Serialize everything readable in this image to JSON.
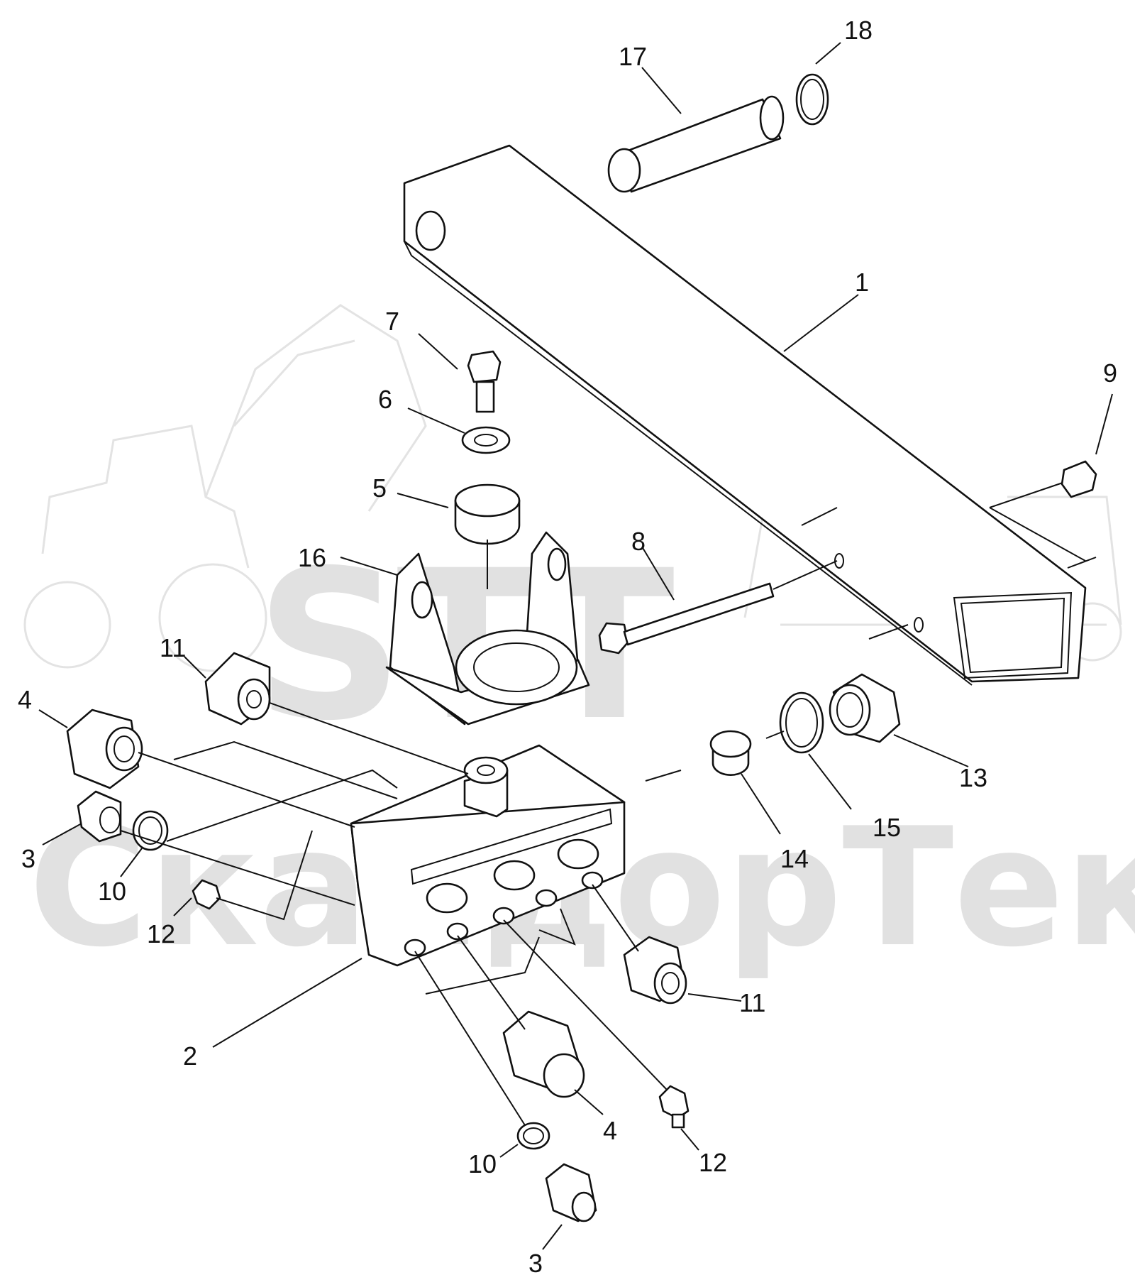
{
  "watermark": {
    "logo": "STT",
    "brand": "СкандорТек"
  },
  "callouts": [
    {
      "id": "c1",
      "label": "1"
    },
    {
      "id": "c2",
      "label": "2"
    },
    {
      "id": "c3a",
      "label": "3"
    },
    {
      "id": "c3b",
      "label": "3"
    },
    {
      "id": "c4a",
      "label": "4"
    },
    {
      "id": "c4b",
      "label": "4"
    },
    {
      "id": "c5",
      "label": "5"
    },
    {
      "id": "c6",
      "label": "6"
    },
    {
      "id": "c7",
      "label": "7"
    },
    {
      "id": "c8",
      "label": "8"
    },
    {
      "id": "c9",
      "label": "9"
    },
    {
      "id": "c10a",
      "label": "10"
    },
    {
      "id": "c10b",
      "label": "10"
    },
    {
      "id": "c11a",
      "label": "11"
    },
    {
      "id": "c11b",
      "label": "11"
    },
    {
      "id": "c12a",
      "label": "12"
    },
    {
      "id": "c12b",
      "label": "12"
    },
    {
      "id": "c13",
      "label": "13"
    },
    {
      "id": "c14",
      "label": "14"
    },
    {
      "id": "c15",
      "label": "15"
    },
    {
      "id": "c16",
      "label": "16"
    },
    {
      "id": "c17",
      "label": "17"
    },
    {
      "id": "c18",
      "label": "18"
    }
  ]
}
